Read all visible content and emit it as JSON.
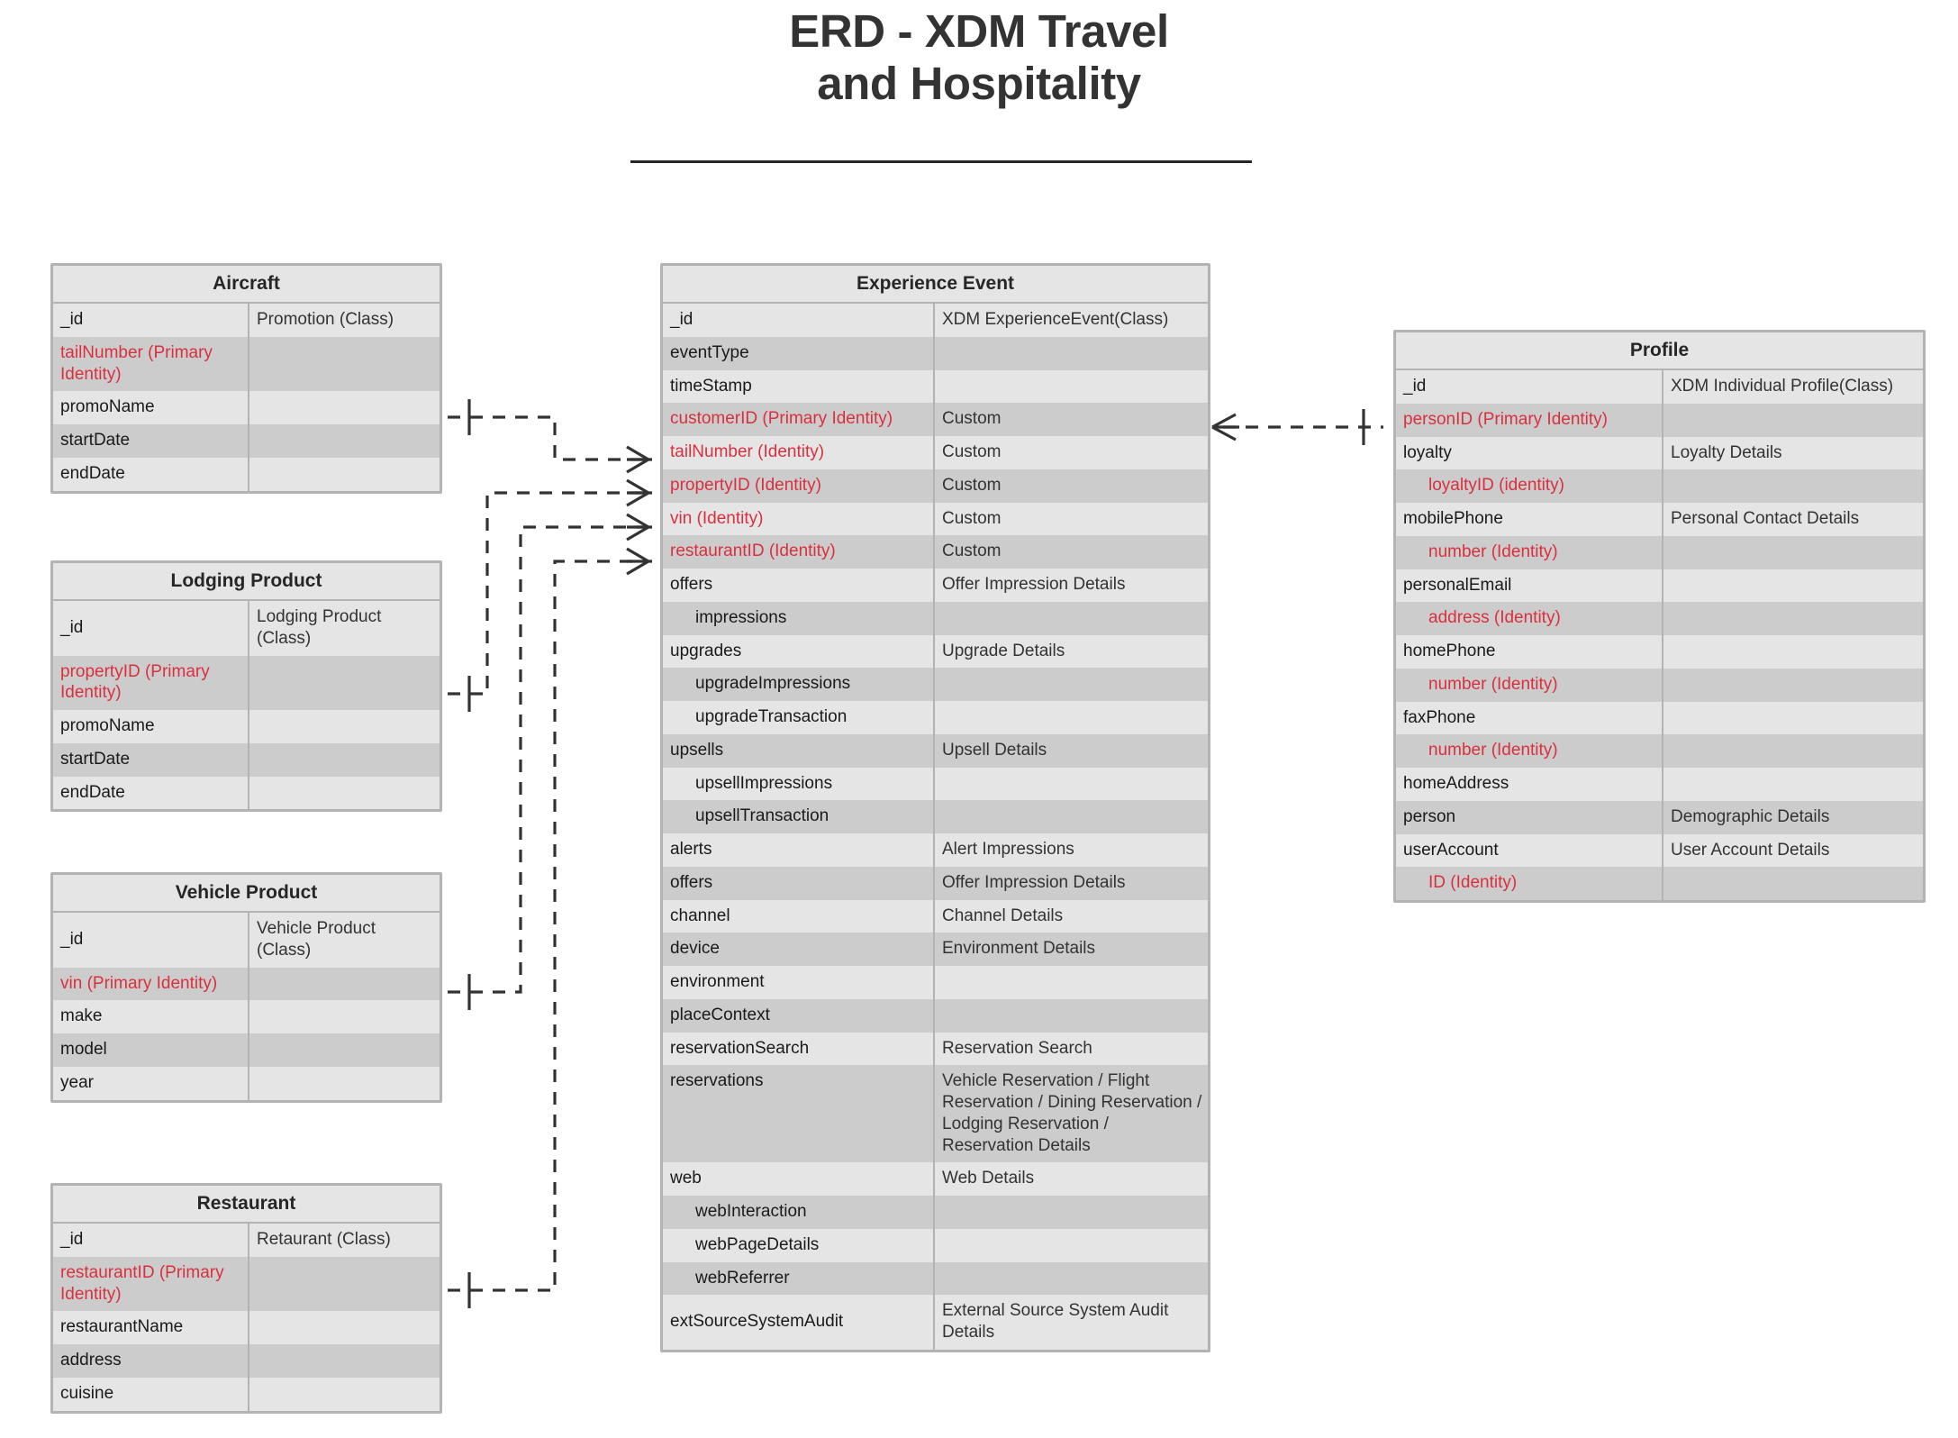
{
  "title": {
    "line1": "ERD - XDM Travel",
    "line2": "and Hospitality"
  },
  "entities": {
    "aircraft": {
      "name": "Aircraft",
      "rows": [
        {
          "field": "_id",
          "type": "Promotion (Class)",
          "identity": false,
          "indent": 0
        },
        {
          "field": "tailNumber (Primary Identity)",
          "type": "",
          "identity": true,
          "indent": 0
        },
        {
          "field": "promoName",
          "type": "",
          "identity": false,
          "indent": 0
        },
        {
          "field": "startDate",
          "type": "",
          "identity": false,
          "indent": 0
        },
        {
          "field": "endDate",
          "type": "",
          "identity": false,
          "indent": 0
        }
      ]
    },
    "lodging": {
      "name": "Lodging Product",
      "rows": [
        {
          "field": "_id",
          "type": "Lodging Product (Class)",
          "identity": false,
          "indent": 0
        },
        {
          "field": "propertyID (Primary Identity)",
          "type": "",
          "identity": true,
          "indent": 0
        },
        {
          "field": "promoName",
          "type": "",
          "identity": false,
          "indent": 0
        },
        {
          "field": "startDate",
          "type": "",
          "identity": false,
          "indent": 0
        },
        {
          "field": "endDate",
          "type": "",
          "identity": false,
          "indent": 0
        }
      ]
    },
    "vehicle": {
      "name": "Vehicle Product",
      "rows": [
        {
          "field": "_id",
          "type": "Vehicle Product (Class)",
          "identity": false,
          "indent": 0
        },
        {
          "field": "vin (Primary Identity)",
          "type": "",
          "identity": true,
          "indent": 0
        },
        {
          "field": "make",
          "type": "",
          "identity": false,
          "indent": 0
        },
        {
          "field": "model",
          "type": "",
          "identity": false,
          "indent": 0
        },
        {
          "field": "year",
          "type": "",
          "identity": false,
          "indent": 0
        }
      ]
    },
    "restaurant": {
      "name": "Restaurant",
      "rows": [
        {
          "field": "_id",
          "type": "Retaurant (Class)",
          "identity": false,
          "indent": 0
        },
        {
          "field": "restaurantID (Primary Identity)",
          "type": "",
          "identity": true,
          "indent": 0
        },
        {
          "field": "restaurantName",
          "type": "",
          "identity": false,
          "indent": 0
        },
        {
          "field": "address",
          "type": "",
          "identity": false,
          "indent": 0
        },
        {
          "field": "cuisine",
          "type": "",
          "identity": false,
          "indent": 0
        }
      ]
    },
    "experience": {
      "name": "Experience Event",
      "rows": [
        {
          "field": "_id",
          "type": "XDM ExperienceEvent(Class)",
          "identity": false,
          "indent": 0
        },
        {
          "field": "eventType",
          "type": "",
          "identity": false,
          "indent": 0
        },
        {
          "field": "timeStamp",
          "type": "",
          "identity": false,
          "indent": 0
        },
        {
          "field": "customerID (Primary Identity)",
          "type": "Custom",
          "identity": true,
          "indent": 0
        },
        {
          "field": "tailNumber (Identity)",
          "type": "Custom",
          "identity": true,
          "indent": 0
        },
        {
          "field": "propertyID (Identity)",
          "type": "Custom",
          "identity": true,
          "indent": 0
        },
        {
          "field": "vin (Identity)",
          "type": "Custom",
          "identity": true,
          "indent": 0
        },
        {
          "field": "restaurantID (Identity)",
          "type": "Custom",
          "identity": true,
          "indent": 0
        },
        {
          "field": "offers",
          "type": "Offer Impression Details",
          "identity": false,
          "indent": 0
        },
        {
          "field": "impressions",
          "type": "",
          "identity": false,
          "indent": 1
        },
        {
          "field": "upgrades",
          "type": "Upgrade Details",
          "identity": false,
          "indent": 0
        },
        {
          "field": "upgradeImpressions",
          "type": "",
          "identity": false,
          "indent": 1
        },
        {
          "field": "upgradeTransaction",
          "type": "",
          "identity": false,
          "indent": 1
        },
        {
          "field": "upsells",
          "type": "Upsell Details",
          "identity": false,
          "indent": 0
        },
        {
          "field": "upsellImpressions",
          "type": "",
          "identity": false,
          "indent": 1
        },
        {
          "field": "upsellTransaction",
          "type": "",
          "identity": false,
          "indent": 1
        },
        {
          "field": "alerts",
          "type": "Alert Impressions",
          "identity": false,
          "indent": 0
        },
        {
          "field": "offers",
          "type": "Offer Impression Details",
          "identity": false,
          "indent": 0
        },
        {
          "field": "channel",
          "type": "Channel Details",
          "identity": false,
          "indent": 0
        },
        {
          "field": "device",
          "type": "Environment Details",
          "identity": false,
          "indent": 0
        },
        {
          "field": "environment",
          "type": "",
          "identity": false,
          "indent": 0
        },
        {
          "field": "placeContext",
          "type": "",
          "identity": false,
          "indent": 0
        },
        {
          "field": "reservationSearch",
          "type": "Reservation Search",
          "identity": false,
          "indent": 0
        },
        {
          "field": "reservations",
          "type": "Vehicle Reservation / Flight Reservation / Dining Reservation / Lodging Reservation / Reservation Details",
          "identity": false,
          "indent": 0
        },
        {
          "field": "web",
          "type": "Web Details",
          "identity": false,
          "indent": 0
        },
        {
          "field": "webInteraction",
          "type": "",
          "identity": false,
          "indent": 1
        },
        {
          "field": "webPageDetails",
          "type": "",
          "identity": false,
          "indent": 1
        },
        {
          "field": "webReferrer",
          "type": "",
          "identity": false,
          "indent": 1
        },
        {
          "field": "extSourceSystemAudit",
          "type": "External Source System Audit Details",
          "identity": false,
          "indent": 0
        }
      ]
    },
    "profile": {
      "name": "Profile",
      "rows": [
        {
          "field": "_id",
          "type": "XDM Individual Profile(Class)",
          "identity": false,
          "indent": 0
        },
        {
          "field": "personID (Primary Identity)",
          "type": "",
          "identity": true,
          "indent": 0
        },
        {
          "field": "loyalty",
          "type": "Loyalty Details",
          "identity": false,
          "indent": 0
        },
        {
          "field": "loyaltyID (identity)",
          "type": "",
          "identity": true,
          "indent": 1
        },
        {
          "field": "mobilePhone",
          "type": "Personal Contact Details",
          "identity": false,
          "indent": 0
        },
        {
          "field": "number (Identity)",
          "type": "",
          "identity": true,
          "indent": 1
        },
        {
          "field": "personalEmail",
          "type": "",
          "identity": false,
          "indent": 0
        },
        {
          "field": "address (Identity)",
          "type": "",
          "identity": true,
          "indent": 1
        },
        {
          "field": "homePhone",
          "type": "",
          "identity": false,
          "indent": 0
        },
        {
          "field": "number (Identity)",
          "type": "",
          "identity": true,
          "indent": 1
        },
        {
          "field": "faxPhone",
          "type": "",
          "identity": false,
          "indent": 0
        },
        {
          "field": "number (Identity)",
          "type": "",
          "identity": true,
          "indent": 1
        },
        {
          "field": "homeAddress",
          "type": "",
          "identity": false,
          "indent": 0
        },
        {
          "field": "person",
          "type": "Demographic Details",
          "identity": false,
          "indent": 0
        },
        {
          "field": "userAccount",
          "type": "User Account Details",
          "identity": false,
          "indent": 0
        },
        {
          "field": "ID (Identity)",
          "type": "",
          "identity": true,
          "indent": 1
        }
      ]
    }
  },
  "relationships": [
    {
      "id": "aircraft-to-experience",
      "from": "Aircraft",
      "from_field": "tailNumber (Primary Identity)",
      "to": "Experience Event",
      "to_field": "tailNumber (Identity)",
      "from_card": "one",
      "to_card": "many"
    },
    {
      "id": "lodging-to-experience",
      "from": "Lodging Product",
      "from_field": "propertyID (Primary Identity)",
      "to": "Experience Event",
      "to_field": "propertyID (Identity)",
      "from_card": "one",
      "to_card": "many"
    },
    {
      "id": "vehicle-to-experience",
      "from": "Vehicle Product",
      "from_field": "vin (Primary Identity)",
      "to": "Experience Event",
      "to_field": "vin (Identity)",
      "from_card": "one",
      "to_card": "many"
    },
    {
      "id": "restaurant-to-experience",
      "from": "Restaurant",
      "from_field": "restaurantID (Primary Identity)",
      "to": "Experience Event",
      "to_field": "restaurantID (Identity)",
      "from_card": "one",
      "to_card": "many"
    },
    {
      "id": "experience-to-profile",
      "from": "Experience Event",
      "from_field": "customerID (Primary Identity)",
      "to": "Profile",
      "to_field": "personID (Primary Identity)",
      "from_card": "many",
      "to_card": "one"
    }
  ],
  "colors": {
    "identity_text": "#d9303e",
    "row_light": "#e5e5e5",
    "row_dark": "#cccccc",
    "border": "#b3b3b3",
    "text": "#1a1a1a",
    "title": "#333333",
    "connector": "#333333"
  }
}
